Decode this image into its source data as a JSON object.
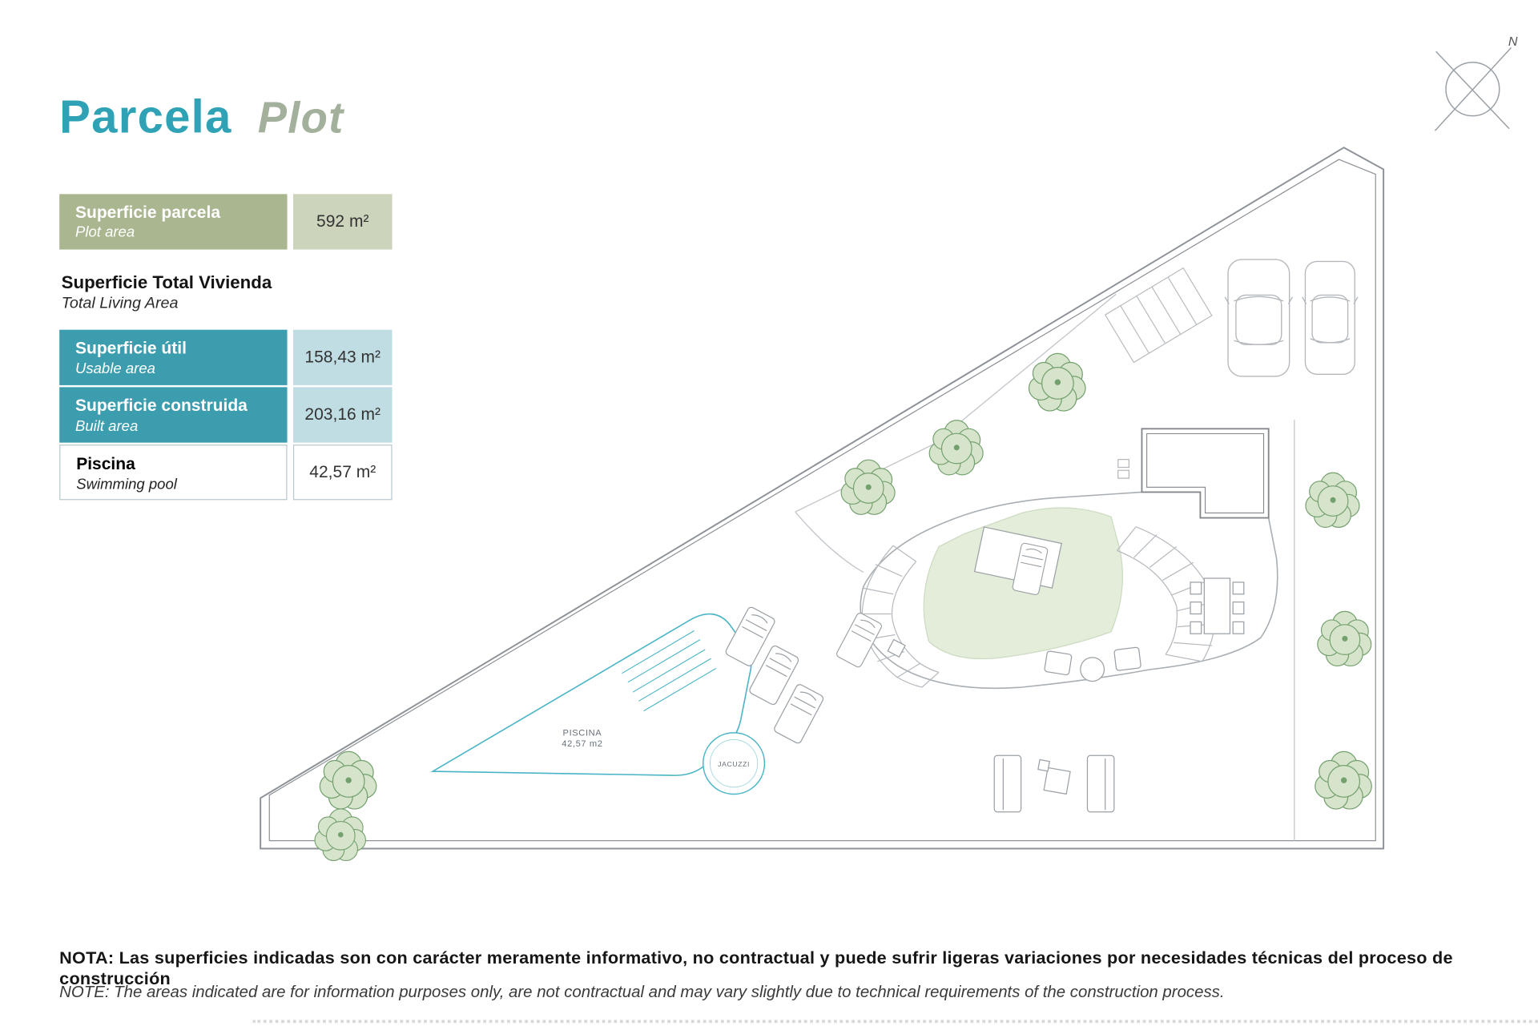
{
  "header": {
    "title_es": "Parcela",
    "title_en": "Plot"
  },
  "compass": {
    "north_label": "N"
  },
  "area_table": {
    "plot_row": {
      "label_es": "Superficie parcela",
      "label_en": "Plot area",
      "value": "592 m²"
    },
    "living_heading": {
      "label_es": "Superficie Total Vivienda",
      "label_en": "Total Living Area"
    },
    "usable_row": {
      "label_es": "Superficie útil",
      "label_en": "Usable area",
      "value": "158,43 m²"
    },
    "built_row": {
      "label_es": "Superficie construida",
      "label_en": "Built area",
      "value": "203,16 m²"
    },
    "pool_row": {
      "label_es": "Piscina",
      "label_en": "Swimming pool",
      "value": "42,57 m²"
    }
  },
  "plan": {
    "pool_label": "PISCINA",
    "pool_area_label": "42,57 m2",
    "jacuzzi_label": "JACUZZI"
  },
  "notes": {
    "es": "NOTA: Las superficies indicadas son con carácter meramente informativo, no contractual y puede sufrir ligeras variaciones por necesidades técnicas del proceso de construcción",
    "en": "NOTE: The areas indicated are for information purposes only, are not contractual and may vary slightly due to technical requirements of the construction process."
  },
  "colors": {
    "accent_teal": "#2fa3b5",
    "table_sage": "#a9b690",
    "table_sage_light": "#ccd4bc",
    "table_teal": "#3b9dae",
    "table_teal_light": "#c0dde4",
    "pool_line": "#4ab5c6",
    "tree_green": "#74a06e"
  }
}
